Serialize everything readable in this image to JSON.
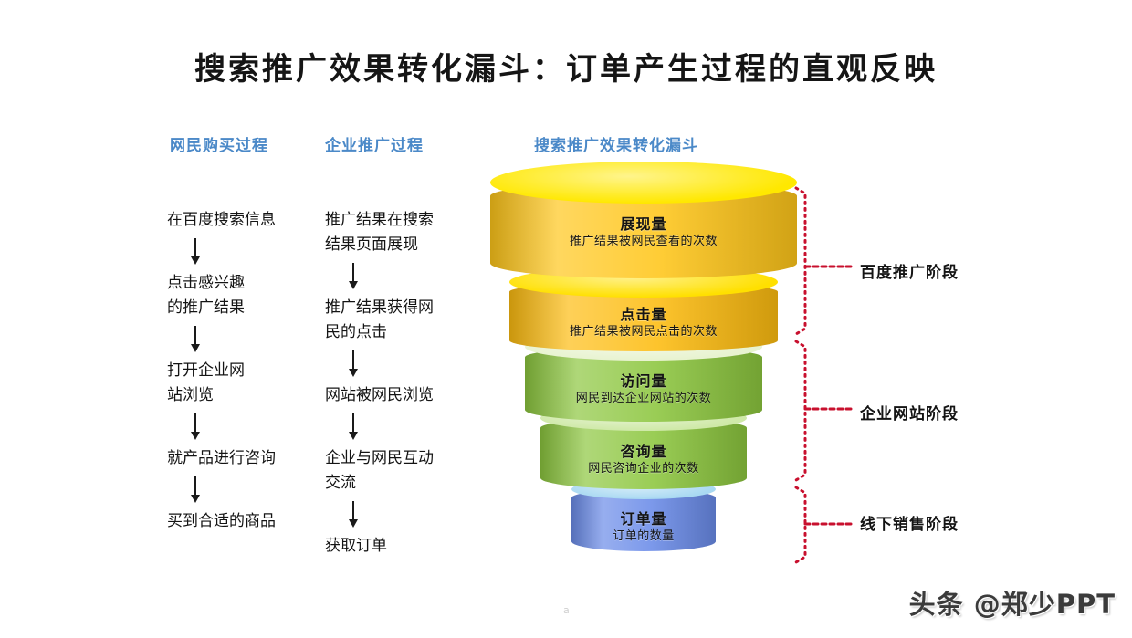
{
  "slide": {
    "title": "搜索推广效果转化漏斗：订单产生过程的直观反映",
    "page_marker": "a"
  },
  "headers": {
    "buyer": "网民购买过程",
    "promo": "企业推广过程",
    "funnel": "搜索推广效果转化漏斗"
  },
  "buyer_process": [
    "在百度搜索信息",
    "点击感兴趣\n的推广结果",
    "打开企业网\n站浏览",
    "就产品进行咨询",
    "买到合适的商品"
  ],
  "promo_process": [
    "推广结果在搜索\n结果页面展现",
    "推广结果获得网\n民的点击",
    "网站被网民浏览",
    "企业与网民互动\n交流",
    "获取订单"
  ],
  "chart_data": {
    "type": "funnel",
    "title": "搜索推广效果转化漏斗",
    "stages": [
      {
        "label": "展现量",
        "description": "推广结果被网民查看的次数",
        "width_pct": 100,
        "cap_color": "#FFE800",
        "body_color": "#FFC61A"
      },
      {
        "label": "点击量",
        "description": "推广结果被网民点击的次数",
        "width_pct": 87,
        "cap_color": "#FFE000",
        "body_color": "#FDBC10"
      },
      {
        "label": "访问量",
        "description": "网民到达企业网站的次数",
        "width_pct": 74,
        "cap_color": "#E8F3D0",
        "body_color": "#8DC martedì"
      },
      {
        "label": "咨询量",
        "description": "网民咨询企业的次数",
        "width_pct": 61,
        "cap_color": "#CFE9A8",
        "body_color": "#8CC63E"
      },
      {
        "label": "订单量",
        "description": "订单的数量",
        "width_pct": 35,
        "cap_color": "#A9D9F2",
        "body_color": "#6A8BE8"
      }
    ]
  },
  "stage_groups": [
    "百度推广阶段",
    "企业网站阶段",
    "线下销售阶段"
  ],
  "watermark": "头条 @郑少PPT",
  "colors": {
    "header_blue": "#4b89c8",
    "bracket_red": "#C8102E",
    "text_dark": "#141414"
  }
}
